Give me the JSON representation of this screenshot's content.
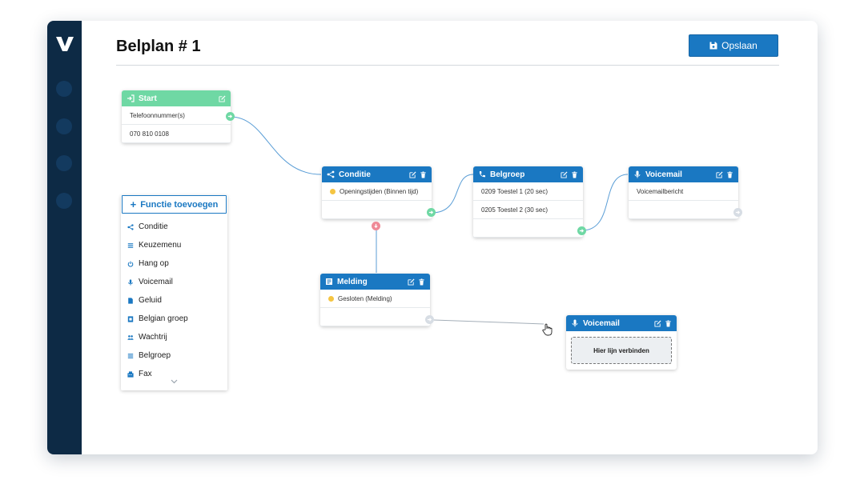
{
  "page": {
    "title": "Belplan # 1"
  },
  "toolbar": {
    "save_label": "Opslaan",
    "save_icon": "floppy-disk-icon"
  },
  "sidebar": {
    "logo_letter": "V",
    "nav_items": [
      "nav-dot-1",
      "nav-dot-2",
      "nav-dot-3",
      "nav-dot-4"
    ]
  },
  "colors": {
    "sidebar": "#0d2a45",
    "accent": "#1a78c2",
    "start_header": "#6fd8a4",
    "output_port": "#6fd8a4",
    "false_port": "#ef8a97",
    "time_badge": "#f5c542"
  },
  "nodes": {
    "start": {
      "title": "Start",
      "icon": "sign-in-icon",
      "rows": [
        "Telefoonnummer(s)",
        "070 810 0108"
      ]
    },
    "conditie": {
      "title": "Conditie",
      "icon": "share-icon",
      "rows": [
        "Openingstijden (Binnen tijd)",
        ""
      ]
    },
    "belgroep": {
      "title": "Belgroep",
      "icon": "phone-icon",
      "rows": [
        "0209 Toestel 1 (20 sec)",
        "0205 Toestel 2 (30 sec)",
        ""
      ]
    },
    "voicemail1": {
      "title": "Voicemail",
      "icon": "microphone-icon",
      "rows": [
        "Voicemailbericht",
        ""
      ]
    },
    "melding": {
      "title": "Melding",
      "icon": "message-icon",
      "rows": [
        "Gesloten (Melding)",
        ""
      ]
    },
    "voicemail2": {
      "title": "Voicemail",
      "icon": "microphone-icon",
      "dropzone": "Hier lijn verbinden"
    }
  },
  "functions": {
    "add_label": "Functie toevoegen",
    "items": [
      {
        "label": "Conditie",
        "icon": "share-icon"
      },
      {
        "label": "Keuzemenu",
        "icon": "list-icon"
      },
      {
        "label": "Hang op",
        "icon": "power-icon"
      },
      {
        "label": "Voicemail",
        "icon": "microphone-icon"
      },
      {
        "label": "Geluid",
        "icon": "file-audio-icon"
      },
      {
        "label": "Belgian groep",
        "icon": "phone-book-icon"
      },
      {
        "label": "Wachtrij",
        "icon": "users-icon"
      },
      {
        "label": "Belgroep",
        "icon": "list-icon"
      },
      {
        "label": "Fax",
        "icon": "fax-icon"
      }
    ]
  }
}
